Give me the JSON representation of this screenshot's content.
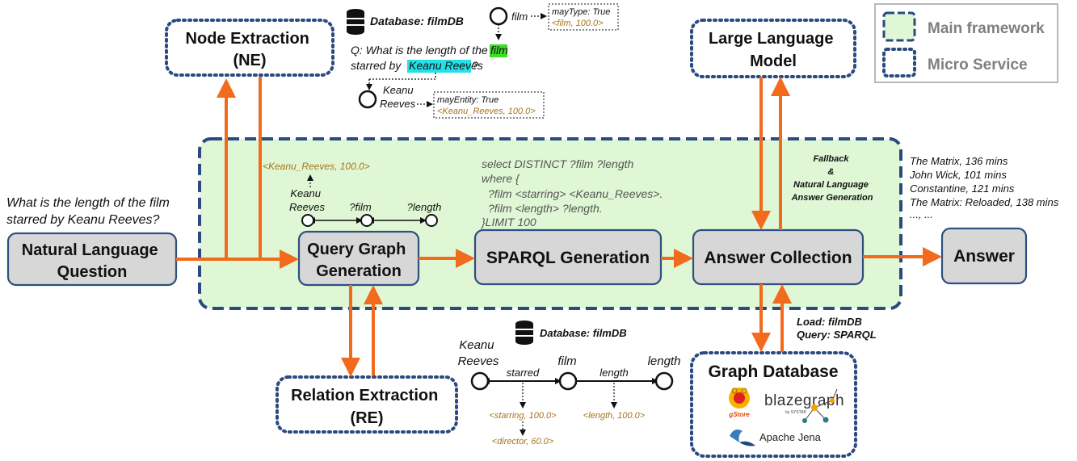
{
  "legend": {
    "main_framework": "Main framework",
    "micro_service": "Micro Service"
  },
  "question_text": [
    "What is the length of the film",
    "starred by Keanu Reeves?"
  ],
  "boxes": {
    "nlq": [
      "Natural Language",
      "Question"
    ],
    "qgg": [
      "Query Graph",
      "Generation"
    ],
    "sparql": "SPARQL Generation",
    "answer_collection": "Answer Collection",
    "answer": "Answer"
  },
  "services": {
    "ne": [
      "Node Extraction",
      "(NE)"
    ],
    "re": [
      "Relation Extraction",
      "(RE)"
    ],
    "llm": [
      "Large Language",
      "Model"
    ],
    "gdb": "Graph Database"
  },
  "ne_example": {
    "db_label": "Database: filmDB",
    "q_line1_pre": "Q: What is the length of the ",
    "q_highlight1": "film",
    "q_line2_pre": "starred by ",
    "q_highlight2": "Keanu Reeves",
    "q_line2_post": "?",
    "film_node": "film",
    "film_type": [
      "mayType: True",
      "<film, 100.0>"
    ],
    "keanu_node": [
      "Keanu",
      "Reeves"
    ],
    "keanu_entity": [
      "mayEntity: True",
      "<Keanu_Reeves, 100.0>"
    ]
  },
  "qg_example": {
    "entity_score": "<Keanu_Reeves, 100.0>",
    "nodes": [
      "Keanu\nReeves",
      "?film",
      "?length"
    ]
  },
  "sparql_code": [
    "select DISTINCT ?film ?length",
    "where {",
    "  ?film <starring> <Keanu_Reeves>.",
    "  ?film <length> ?length.",
    "}LIMIT 100"
  ],
  "llm_note": [
    "Fallback",
    "&",
    "Natural Language",
    "Answer Generation"
  ],
  "answers": [
    "The Matrix, 136 mins",
    "John Wick, 101 mins",
    "Constantine, 121 mins",
    "The Matrix: Reloaded, 138 mins",
    "..., ..."
  ],
  "gdb_note": [
    "Load: filmDB",
    "Query: SPARQL"
  ],
  "re_example": {
    "db_label": "Database: filmDB",
    "node1": [
      "Keanu",
      "Reeves"
    ],
    "edge1": "starred",
    "node2": "film",
    "edge2": "length",
    "node3": "length",
    "scores1": [
      "<starring, 100.0>",
      "<director, 60.0>"
    ],
    "score2": "<length, 100.0>"
  },
  "logos": {
    "gstore": "gStore",
    "blazegraph": "blazegraph",
    "blazegraph_sub": "by SYSTAP",
    "jena": "Apache Jena"
  },
  "colors": {
    "main_framework_fill": "#dff7d4",
    "main_framework_border": "#2a4a80",
    "arrow": "#f26a1b",
    "box_fill": "#d7d7d7",
    "score_text": "#a8741a"
  }
}
